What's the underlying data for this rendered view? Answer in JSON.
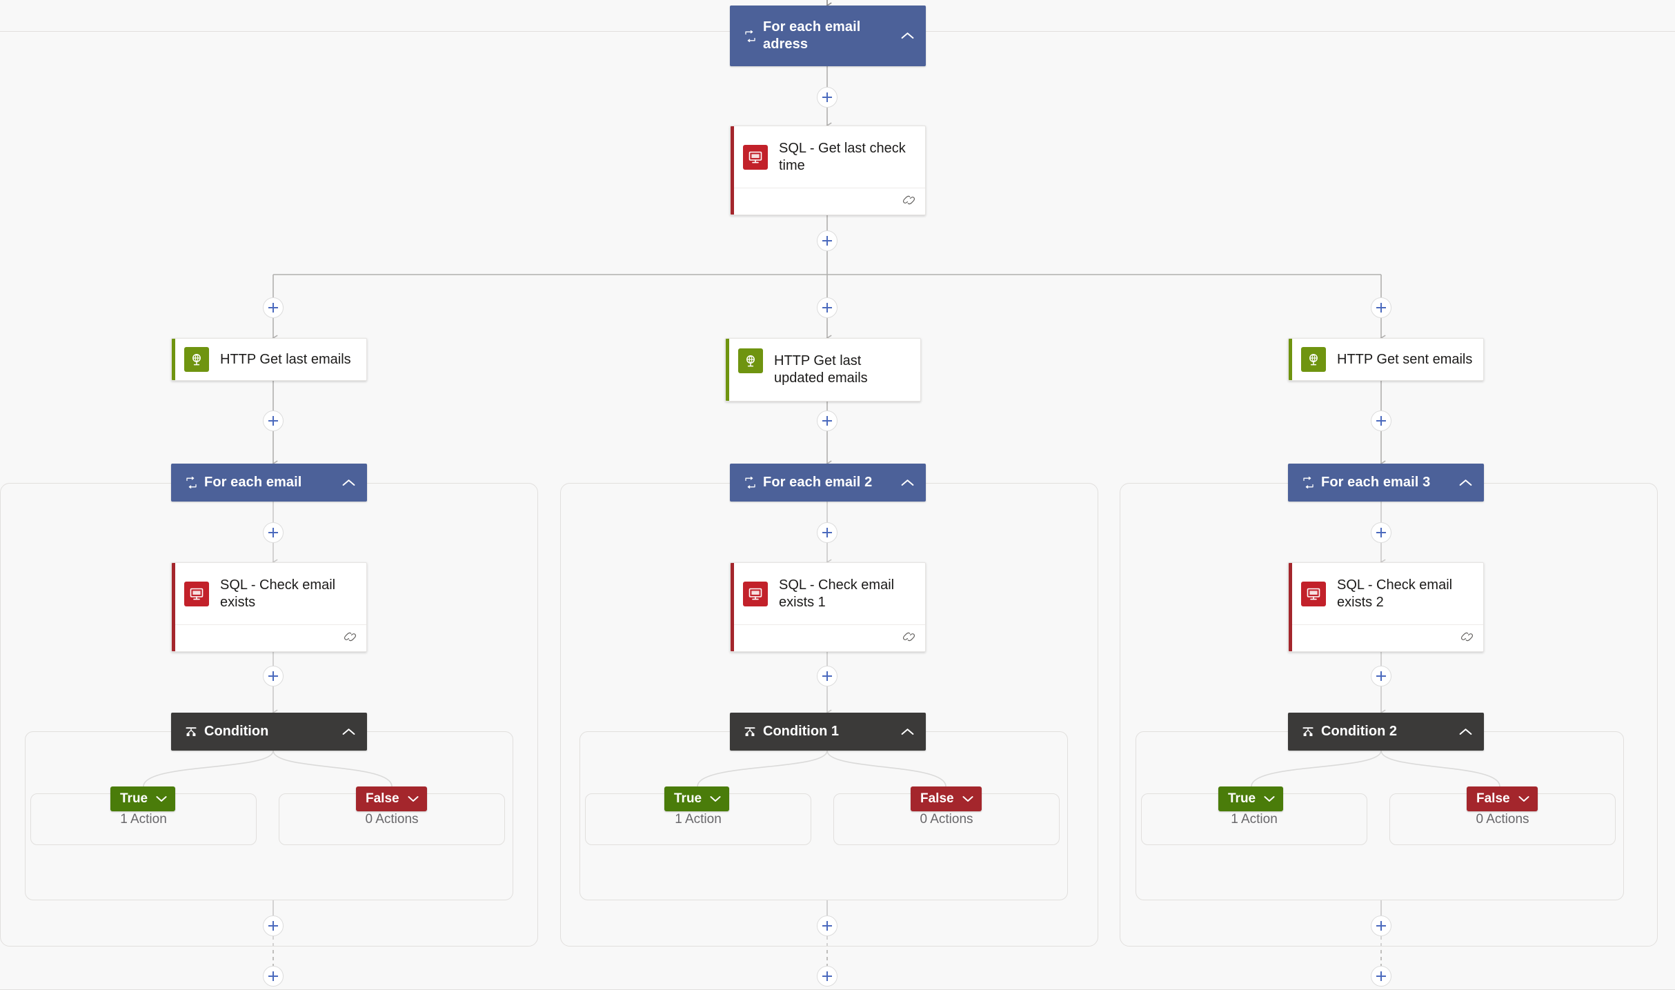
{
  "designer": {
    "name": "logic-app-flow-designer",
    "background": "#f8f8f8",
    "colors": {
      "loop_header": "#4c6199",
      "condition_header": "#3b3a39",
      "sql_accent": "#a4262c",
      "sql_icon": "#c2212a",
      "http_accent": "#6f9410",
      "http_icon": "#6f9410",
      "true_badge": "#4a7c0a",
      "false_badge": "#a4262c",
      "connector": "#8a8886",
      "plus_glyph": "#4a69bd",
      "scope_border": "#e1dfdd"
    }
  },
  "root": {
    "loop": {
      "title": "For each email adress",
      "icon": "loop-icon",
      "collapse_icon": "chevron-up-icon"
    },
    "sql_check_time": {
      "title": "SQL - Get last check time",
      "icon": "sql-server-icon",
      "footer_icon": "link-chain-icon"
    }
  },
  "branches": [
    {
      "id": "branch-1",
      "http": {
        "title": "HTTP Get last emails",
        "icon": "http-globe-icon"
      },
      "loop": {
        "title": "For each email",
        "icon": "loop-icon",
        "collapse_icon": "chevron-up-icon"
      },
      "sql": {
        "title": "SQL - Check email exists",
        "icon": "sql-server-icon",
        "footer_icon": "link-chain-icon"
      },
      "condition": {
        "title": "Condition",
        "icon": "condition-icon",
        "collapse_icon": "chevron-up-icon",
        "true": {
          "label": "True",
          "chevron": "chevron-down-icon",
          "actions": "1 Action"
        },
        "false": {
          "label": "False",
          "chevron": "chevron-down-icon",
          "actions": "0 Actions"
        }
      }
    },
    {
      "id": "branch-2",
      "http": {
        "title": "HTTP Get last updated emails",
        "icon": "http-globe-icon"
      },
      "loop": {
        "title": "For each email 2",
        "icon": "loop-icon",
        "collapse_icon": "chevron-up-icon"
      },
      "sql": {
        "title": "SQL - Check email exists 1",
        "icon": "sql-server-icon",
        "footer_icon": "link-chain-icon"
      },
      "condition": {
        "title": "Condition 1",
        "icon": "condition-icon",
        "collapse_icon": "chevron-up-icon",
        "true": {
          "label": "True",
          "chevron": "chevron-down-icon",
          "actions": "1 Action"
        },
        "false": {
          "label": "False",
          "chevron": "chevron-down-icon",
          "actions": "0 Actions"
        }
      }
    },
    {
      "id": "branch-3",
      "http": {
        "title": "HTTP Get sent emails",
        "icon": "http-globe-icon"
      },
      "loop": {
        "title": "For each email 3",
        "icon": "loop-icon",
        "collapse_icon": "chevron-up-icon"
      },
      "sql": {
        "title": "SQL - Check email exists 2",
        "icon": "sql-server-icon",
        "footer_icon": "link-chain-icon"
      },
      "condition": {
        "title": "Condition 2",
        "icon": "condition-icon",
        "collapse_icon": "chevron-up-icon",
        "true": {
          "label": "True",
          "chevron": "chevron-down-icon",
          "actions": "1 Action"
        },
        "false": {
          "label": "False",
          "chevron": "chevron-down-icon",
          "actions": "0 Actions"
        }
      }
    }
  ],
  "add_buttons": {
    "label": "+",
    "name": "add-step-button"
  }
}
